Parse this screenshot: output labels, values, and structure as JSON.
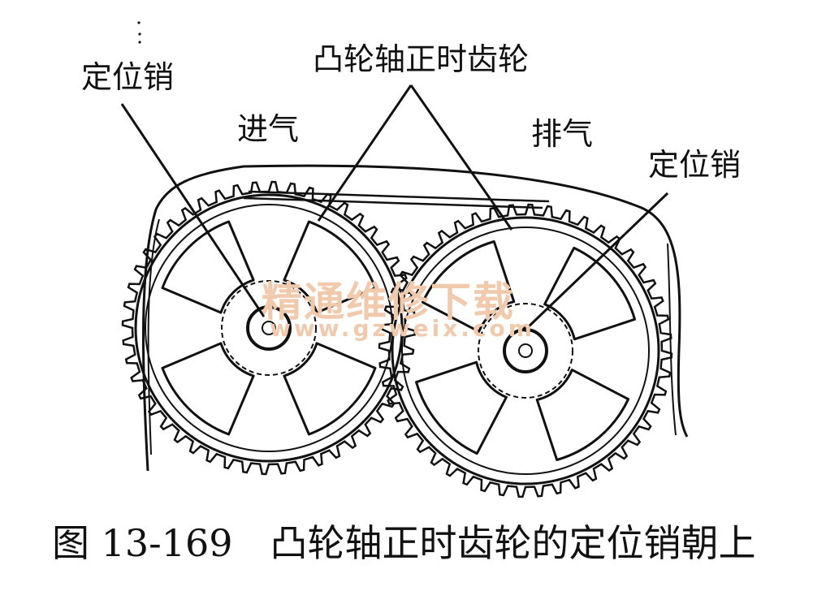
{
  "labels": {
    "left_pin": "定位销",
    "camshaft_gear": "凸轮轴正时齿轮",
    "intake": "进气",
    "exhaust": "排气",
    "right_pin": "定位销"
  },
  "caption": {
    "figure_number": "图 13-169",
    "text": "凸轮轴正时齿轮的定位销朝上"
  },
  "watermark": {
    "title": "精通维修下载",
    "url": "www.gzweix.com",
    "color": "#f1c9ad"
  }
}
